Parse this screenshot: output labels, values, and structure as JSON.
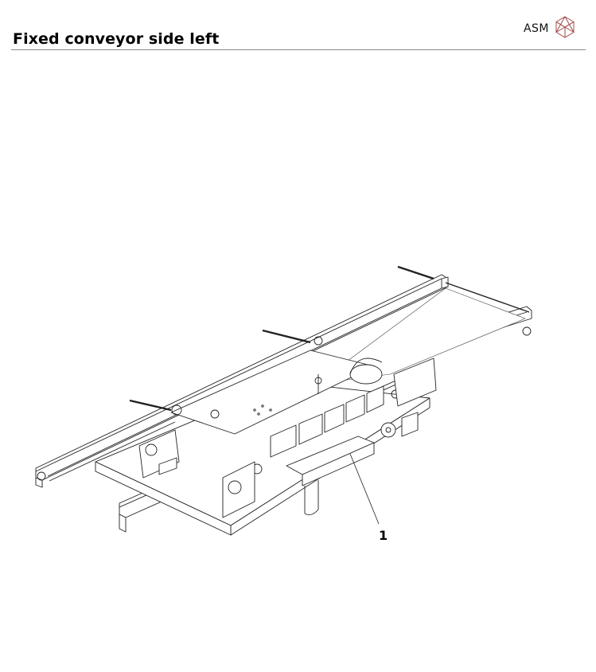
{
  "header": {
    "title": "Fixed conveyor side left",
    "brand": "ASM",
    "logo_icon": "asm-cube-icon",
    "logo_color": "#a04a4a",
    "rule_color": "#8a8a8a"
  },
  "drawing": {
    "description": "Isometric line drawing of fixed conveyor assembly, left side",
    "callouts": [
      {
        "label": "1"
      }
    ]
  }
}
